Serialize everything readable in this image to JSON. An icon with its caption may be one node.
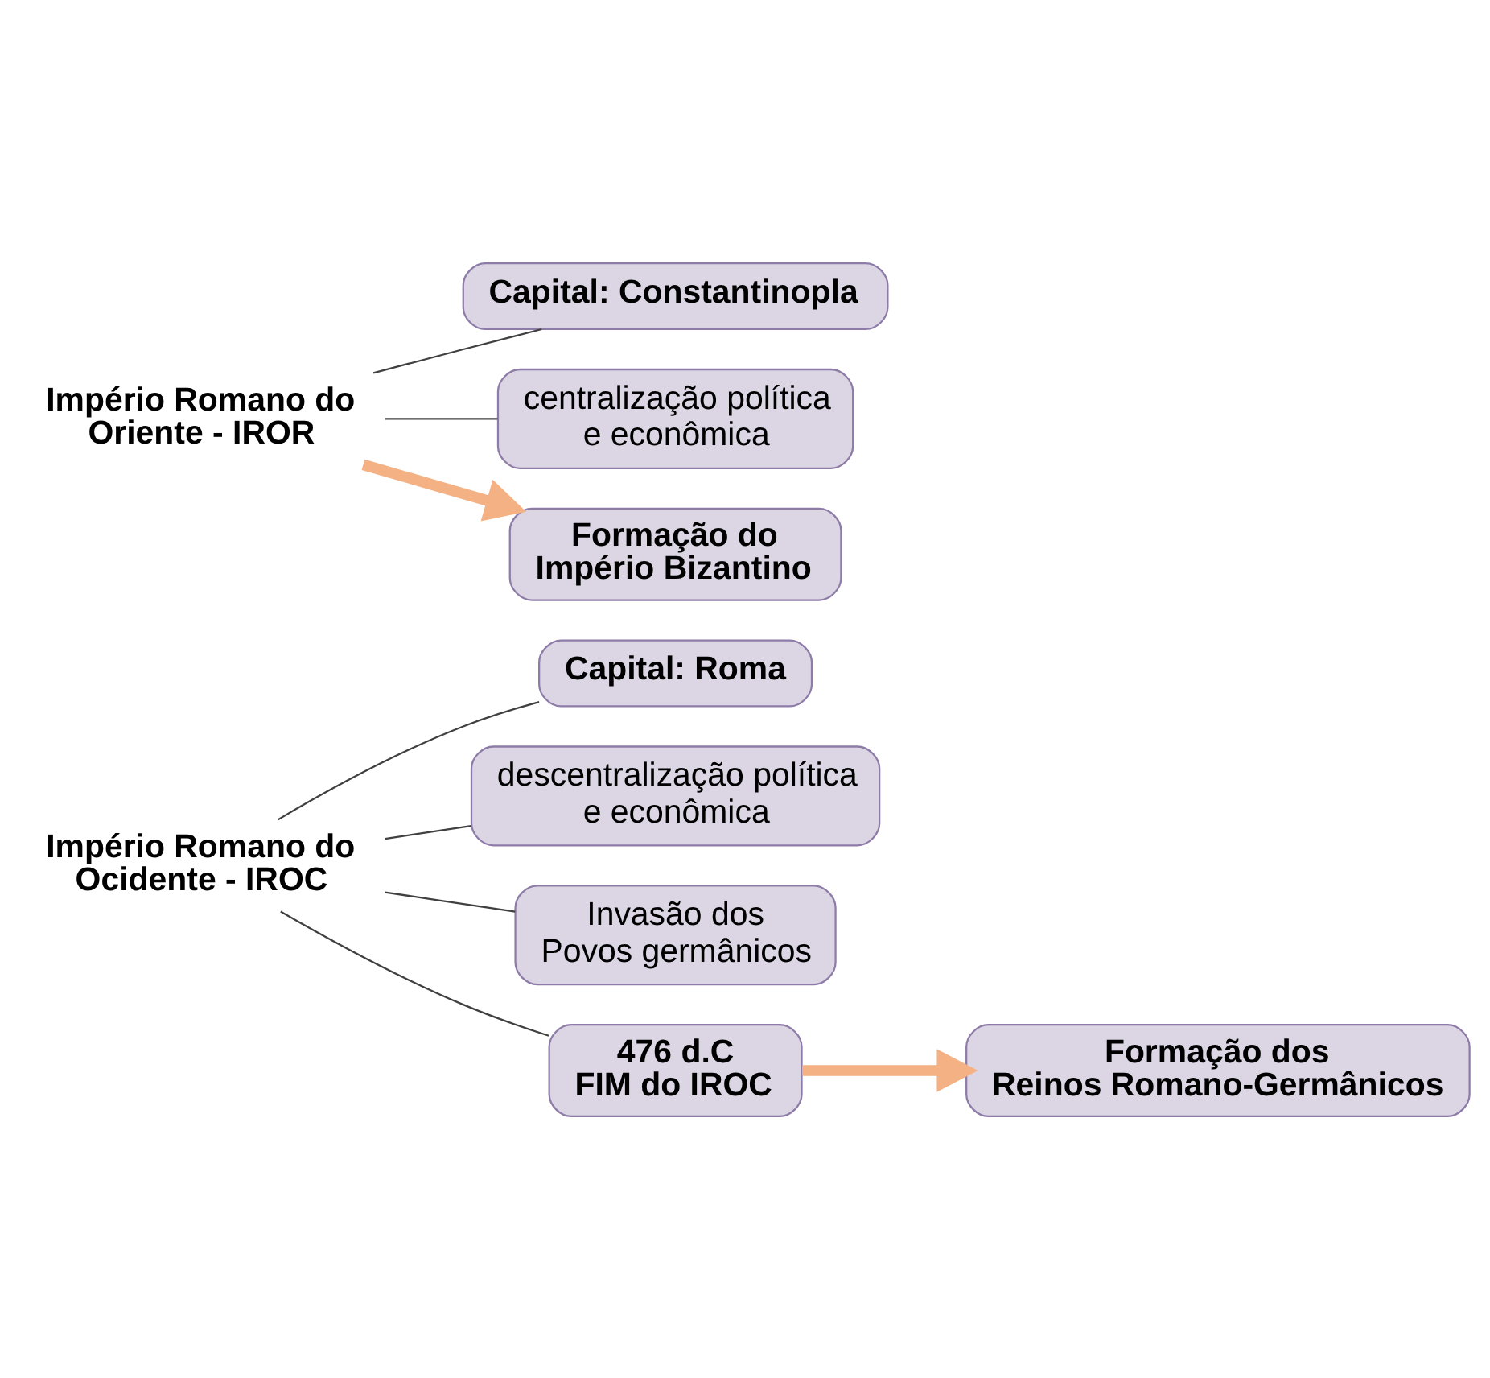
{
  "diagram": {
    "nodes": [
      {
        "text": [
          "Império Romano do Ocidente - IROC"
        ]
      },
      {
        "text": [
          "Capital: Roma"
        ]
      },
      {
        "text": [
          "descentralização política e econômica"
        ]
      },
      {
        "text": [
          "Invasão dos Povos germânicos"
        ]
      },
      {
        "text": [
          "476 d.C",
          "FIM do IROC"
        ]
      },
      {
        "text": [
          "Império Romano do Oriente - IROR"
        ]
      },
      {
        "text": [
          "Capital: Constantinopla"
        ]
      },
      {
        "text": [
          "centralização política e econômica"
        ]
      },
      {
        "text": [
          "Formação do Império Bizantino"
        ]
      },
      {
        "text": [
          "Formação dos Reinos Romano-Germânicos"
        ]
      }
    ],
    "edges": [
      {
        "from": 0,
        "to": 1,
        "arrow": "none"
      },
      {
        "from": 0,
        "to": 2,
        "arrow": "none"
      },
      {
        "from": 0,
        "to": 3,
        "arrow": "none"
      },
      {
        "from": 0,
        "to": 4,
        "arrow": "none"
      },
      {
        "from": 5,
        "to": 6,
        "arrow": "none"
      },
      {
        "from": 5,
        "to": 7,
        "arrow": "none"
      },
      {
        "from": 5,
        "to": 8,
        "arrow": "to",
        "style": "thick",
        "color": "#f4b183"
      },
      {
        "from": 4,
        "to": 9,
        "arrow": "to",
        "style": "thick",
        "color": "#f4b183"
      }
    ]
  }
}
